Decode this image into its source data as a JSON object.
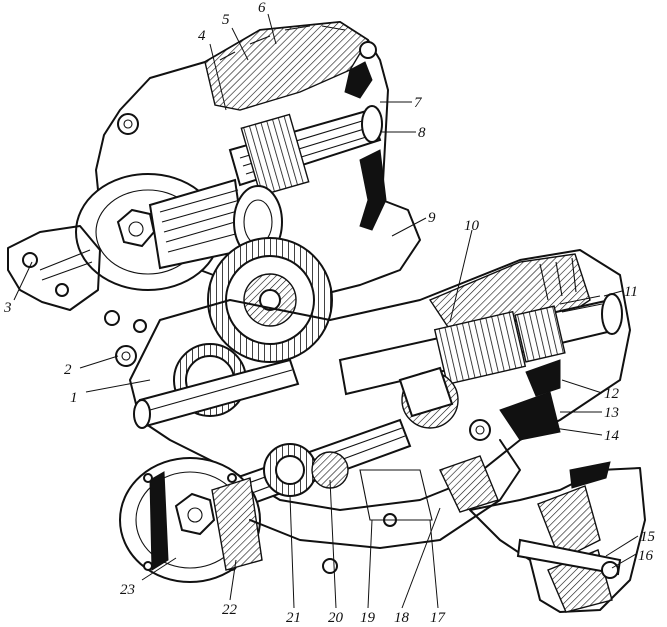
{
  "labels": [
    {
      "id": "1",
      "text": "1"
    },
    {
      "id": "2",
      "text": "2"
    },
    {
      "id": "3",
      "text": "3"
    },
    {
      "id": "4",
      "text": "4"
    },
    {
      "id": "5",
      "text": "5"
    },
    {
      "id": "6",
      "text": "6"
    },
    {
      "id": "7",
      "text": "7"
    },
    {
      "id": "8",
      "text": "8"
    },
    {
      "id": "9",
      "text": "9"
    },
    {
      "id": "10",
      "text": "10"
    },
    {
      "id": "11",
      "text": "11"
    },
    {
      "id": "12",
      "text": "12"
    },
    {
      "id": "13",
      "text": "13"
    },
    {
      "id": "14",
      "text": "14"
    },
    {
      "id": "15",
      "text": "15"
    },
    {
      "id": "16",
      "text": "16"
    },
    {
      "id": "17",
      "text": "17"
    },
    {
      "id": "18",
      "text": "18"
    },
    {
      "id": "19",
      "text": "19"
    },
    {
      "id": "20",
      "text": "20"
    },
    {
      "id": "21",
      "text": "21"
    },
    {
      "id": "22",
      "text": "22"
    },
    {
      "id": "23",
      "text": "23"
    }
  ]
}
